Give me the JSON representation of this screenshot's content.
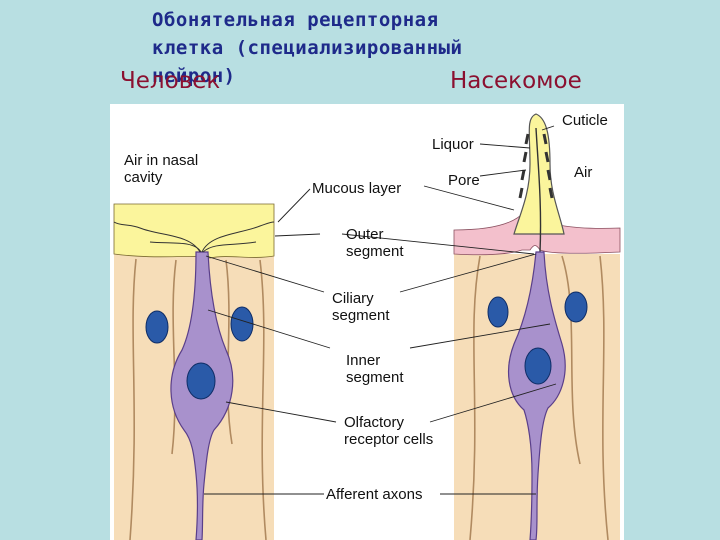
{
  "title": {
    "line1": "Обонятельная рецепторная",
    "line2": "клетка  (специализированный",
    "line3": "нейрон)"
  },
  "labels": {
    "human": "Человек",
    "insect": "Насекомое"
  },
  "figure": {
    "air_nasal_1": "Air in nasal",
    "air_nasal_2": "cavity",
    "mucous_layer": "Mucous layer",
    "outer_segment_1": "Outer",
    "outer_segment_2": "segment",
    "ciliary_segment_1": "Ciliary",
    "ciliary_segment_2": "segment",
    "inner_segment_1": "Inner",
    "inner_segment_2": "segment",
    "olfactory_1": "Olfactory",
    "olfactory_2": "receptor cells",
    "afferent_axons": "Afferent axons",
    "cuticle": "Cuticle",
    "liquor": "Liquor",
    "pore": "Pore",
    "air": "Air"
  },
  "colors": {
    "background": "#b8dfe2",
    "title": "#1e2a8a",
    "label": "#8b1030",
    "mucus": "#fbf59c",
    "tissue": "#f6ddb8",
    "neuron": "#a891cc",
    "nucleus": "#2a5aa8",
    "cuticle_pink": "#f3c0cc"
  }
}
